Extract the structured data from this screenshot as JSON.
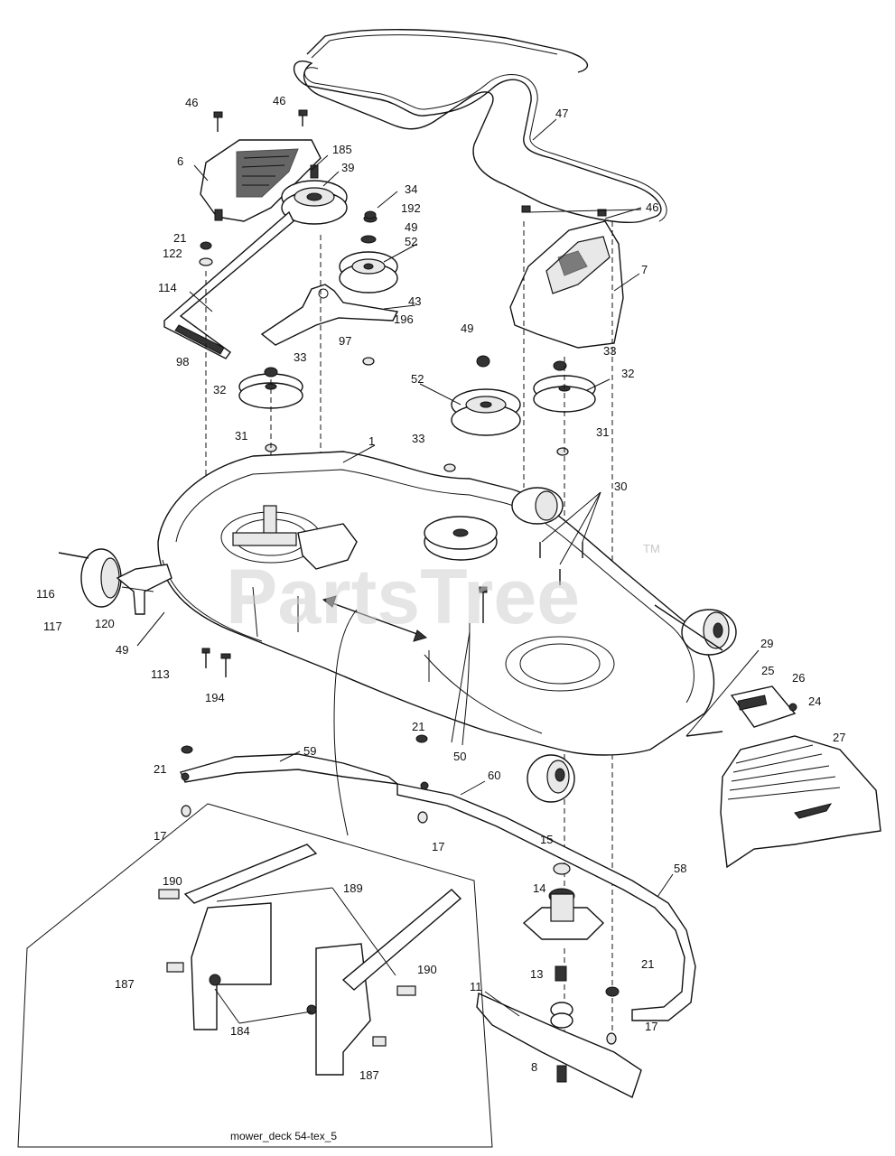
{
  "watermark": {
    "text": "PartsTree",
    "trademark": "TM"
  },
  "caption": "mower_deck 54-tex_5",
  "callouts": {
    "c46a": "46",
    "c46b": "46",
    "c46c": "46",
    "c47": "47",
    "c6": "6",
    "c185": "185",
    "c39": "39",
    "c34": "34",
    "c192": "192",
    "c49a": "49",
    "c52a": "52",
    "c21a": "21",
    "c122": "122",
    "c114": "114",
    "c43": "43",
    "c196": "196",
    "c97": "97",
    "c98": "98",
    "c7": "7",
    "c49b": "49",
    "c33a": "33",
    "c33b": "33",
    "c32a": "32",
    "c32b": "32",
    "c52b": "52",
    "c31a": "31",
    "c31b": "31",
    "c33c": "33",
    "c1": "1",
    "c30": "30",
    "c116": "116",
    "c117": "117",
    "c120": "120",
    "c49c": "49",
    "c113": "113",
    "c194": "194",
    "c29": "29",
    "c25": "25",
    "c26": "26",
    "c24": "24",
    "c27": "27",
    "c21b": "21",
    "c50": "50",
    "c59": "59",
    "c21c": "21",
    "c60": "60",
    "c17a": "17",
    "c17b": "17",
    "c15": "15",
    "c58": "58",
    "c14": "14",
    "c190a": "190",
    "c189": "189",
    "c190b": "190",
    "c187a": "187",
    "c184": "184",
    "c187b": "187",
    "c13": "13",
    "c21d": "21",
    "c11": "11",
    "c17c": "17",
    "c8": "8"
  }
}
